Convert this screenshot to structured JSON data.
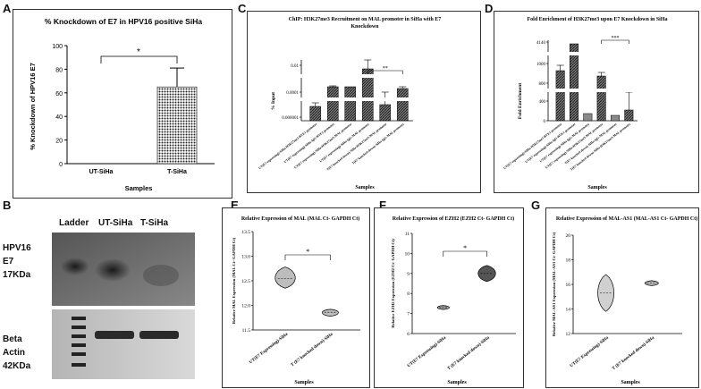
{
  "panels": {
    "A": {
      "label": "A"
    },
    "B": {
      "label": "B"
    },
    "C": {
      "label": "C"
    },
    "D": {
      "label": "D"
    },
    "E": {
      "label": "E"
    },
    "F": {
      "label": "F"
    },
    "G": {
      "label": "G"
    }
  },
  "blot": {
    "lanes": [
      "Ladder",
      "UT-SiHa",
      "T-SiHa"
    ],
    "top_label": [
      "HPV16",
      "E7",
      "17KDa"
    ],
    "bottom_label": [
      "Beta",
      "Actin",
      "42KDa"
    ]
  },
  "chart_data": [
    {
      "panel": "A",
      "type": "bar",
      "title": "% Knockdown of E7 in HPV16 positive SiHa",
      "xlabel": "Samples",
      "ylabel": "% Knockdown of HPV16 E7",
      "categories": [
        "UT-SiHa",
        "T-SiHa"
      ],
      "values": [
        0,
        65
      ],
      "errors": [
        0,
        16
      ],
      "ylim": [
        0,
        100
      ],
      "yticks": [
        0,
        20,
        40,
        60,
        80,
        100
      ],
      "significance": "*"
    },
    {
      "panel": "C",
      "type": "bar",
      "title": "ChIP: H3K27me3 Recruitment on MAL promoter in SiHa with E7 Knockdown",
      "xlabel": "Samples",
      "ylabel": "% Input",
      "yticks": [
        "0.000001",
        "0.0001",
        "0.01"
      ],
      "categories": [
        "UT(E7 expressing)-SiHa-H3K27me3-RVE1 promoter",
        "UT(E7 expressing)-SiHa-IgG-RVE1 promoter",
        "UT(E7 expressing)-SiHa-H3K27me3-MAL promoter",
        "UT(E7 expressing)-SiHa-IgG-MAL promoter",
        "T(E7 knocked down)-SiHa-H3K27me3-MAL promoter",
        "T(E7 knocked down)-SiHa-IgG-MAL promoter"
      ],
      "significance": "**"
    },
    {
      "panel": "D",
      "type": "bar",
      "title": "Fold Enrichment of H3K27me3 upon E7 Knockdown in SiHa",
      "xlabel": "Samples",
      "ylabel": "Fold Enrichment",
      "yticks": [
        "0",
        "400",
        "800",
        "1000",
        "4140"
      ],
      "categories": [
        "UT(E7 expressing)-SiHa-H3K27me3-RVE1 promoter",
        "UT(E7 expressing)-SiHa-IgG-RVE1 promoter",
        "UT(E7 expressing)-SiHa-IgG-MAL promoter",
        "UT(E7 expressing)-SiHa-H3K27me3-MAL promoter",
        "T(E7 knocked down)-SiHa-IgG-MAL promoter",
        "T(E7 knocked down)-SiHa-H3K27me3-MAL promoter"
      ],
      "significance": "***"
    },
    {
      "panel": "E",
      "type": "violin",
      "title": "Relative Expression of MAL (MAL Ct- GAPDH Ct)",
      "xlabel": "Samples",
      "ylabel": "Relative MAL Expression (MAL Ct- GAPDH Ct)",
      "categories": [
        "UT(E7 Expressing)-SiHa",
        "T (E7 knocked down)-SiHa"
      ],
      "medians": [
        12.55,
        11.86
      ],
      "ranges": [
        [
          12.35,
          12.78
        ],
        [
          11.78,
          11.92
        ]
      ],
      "ylim": [
        11.5,
        13.5
      ],
      "yticks": [
        "11.5",
        "12.0",
        "12.5",
        "13.0",
        "13.5"
      ],
      "significance": "*"
    },
    {
      "panel": "F",
      "type": "violin",
      "title": "Relative Expression of EZH2 (EZH2 Ct- GAPDH Ct)",
      "xlabel": "Samples",
      "ylabel": "Relative EZH2 Expression (EZH2 Ct- GAPDH Ct)",
      "categories": [
        "UT(E7 Expressing)-SiHa",
        "T (E7 knocked down)-SiHa"
      ],
      "medians": [
        7.3,
        9.0
      ],
      "ranges": [
        [
          7.2,
          7.4
        ],
        [
          8.6,
          9.4
        ]
      ],
      "ylim": [
        6,
        11
      ],
      "yticks": [
        "6",
        "7",
        "8",
        "9",
        "10",
        "11"
      ],
      "significance": "*"
    },
    {
      "panel": "G",
      "type": "violin",
      "title": "Relative Expression of MAL-AS1 (MAL-AS1 Ct- GAPDH Ct)",
      "xlabel": "Samples",
      "ylabel": "Relative MAL-AS1 Expression (MAL-AS1 Ct- GAPDH Ct)",
      "categories": [
        "UT(E7 Expressing)-SiHa",
        "T (E7 knocked down)-SiHa"
      ],
      "medians": [
        15.3,
        16.1
      ],
      "ranges": [
        [
          13.8,
          16.8
        ],
        [
          15.9,
          16.3
        ]
      ],
      "ylim": [
        12,
        20
      ],
      "yticks": [
        "12",
        "14",
        "16",
        "18",
        "20"
      ]
    }
  ]
}
